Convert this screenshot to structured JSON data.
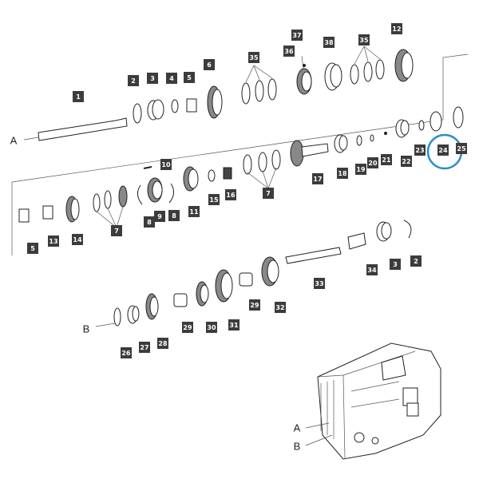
{
  "diagram": {
    "callouts": [
      "1",
      "2",
      "3",
      "4",
      "5",
      "6",
      "35",
      "37",
      "36",
      "38",
      "35",
      "12",
      "A",
      "24",
      "25",
      "23",
      "22",
      "21",
      "20",
      "19",
      "18",
      "17",
      "7",
      "16",
      "15",
      "11",
      "10",
      "9",
      "8",
      "8",
      "7",
      "14",
      "13",
      "5",
      "2",
      "3",
      "34",
      "33",
      "32",
      "31",
      "29",
      "30",
      "29",
      "28",
      "27",
      "26",
      "B",
      "A",
      "B"
    ],
    "highlight_color": "#2a8fc4",
    "highlight_target": "24"
  }
}
